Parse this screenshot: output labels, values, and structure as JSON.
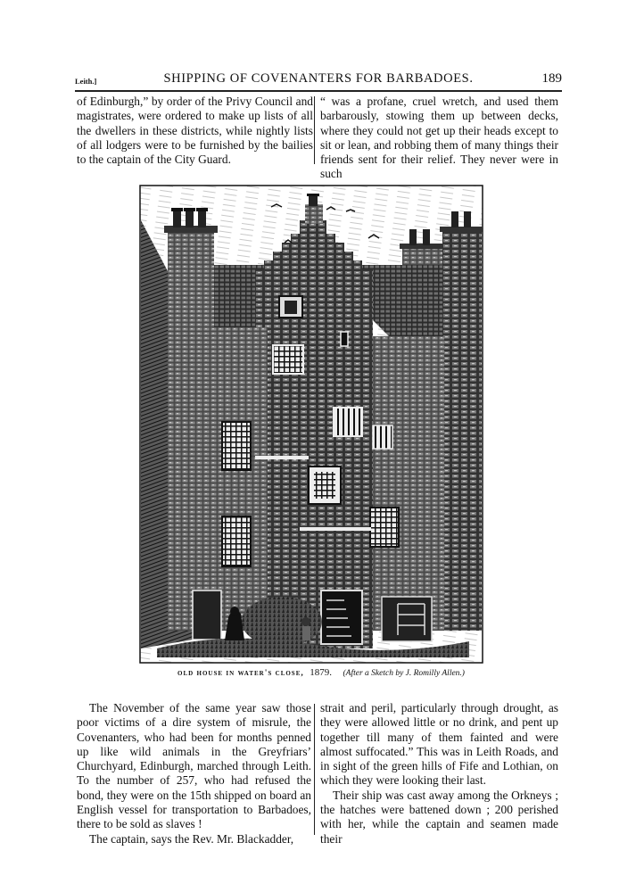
{
  "header": {
    "section": "Leith.]",
    "title": "SHIPPING OF COVENANTERS FOR BARBADOES.",
    "page_number": "189"
  },
  "top_columns": {
    "left": {
      "paragraphs": [
        "of Edinburgh,” by order of the Privy Council and magistrates, were ordered to make up lists of all the dwellers in these districts, while nightly lists of all lodgers were to be furnished by the bailies to the captain of the City Guard."
      ]
    },
    "right": {
      "paragraphs": [
        "“ was a profane, cruel wretch, and used them barbarously, stowing them up between decks, where they could not get up their heads except to sit or lean, and robbing them of many things their friends sent for their relief.  They never were in such"
      ]
    }
  },
  "figure": {
    "alt": "Engraving of an old stone house with crow-stepped gable, chimneys, barred windows, doorways and figures in the close",
    "caption_label": "old house in water's close,",
    "caption_year": "1879.",
    "caption_credit": "(After a Sketch by J. Romilly Allen.)",
    "colors": {
      "ink": "#1a1a1a",
      "paper": "#ffffff"
    }
  },
  "bottom_columns": {
    "left": {
      "paragraphs": [
        "The November of the same year saw those poor victims of a dire system of misrule, the Covenanters, who had been for months penned up like wild animals in the Greyfriars’ Churchyard, Edinburgh, marched through Leith.  To the number of 257, who had refused the bond, they were on the 15th shipped on board an English vessel for transportation to Barbadoes, there to be sold as slaves !",
        "The captain, says the Rev. Mr. Blackadder,"
      ]
    },
    "right": {
      "paragraphs": [
        "strait and peril, particularly through drought, as they were allowed little or no drink, and pent up together till many of them fainted and were almost suffocated.”  This was in Leith Roads, and in sight of the green hills of Fife and Lothian, on which they were looking their last.",
        "Their ship was cast away among the Orkneys ; the hatches were battened down ;  200 perished with her, while the captain and seamen made their"
      ]
    }
  }
}
